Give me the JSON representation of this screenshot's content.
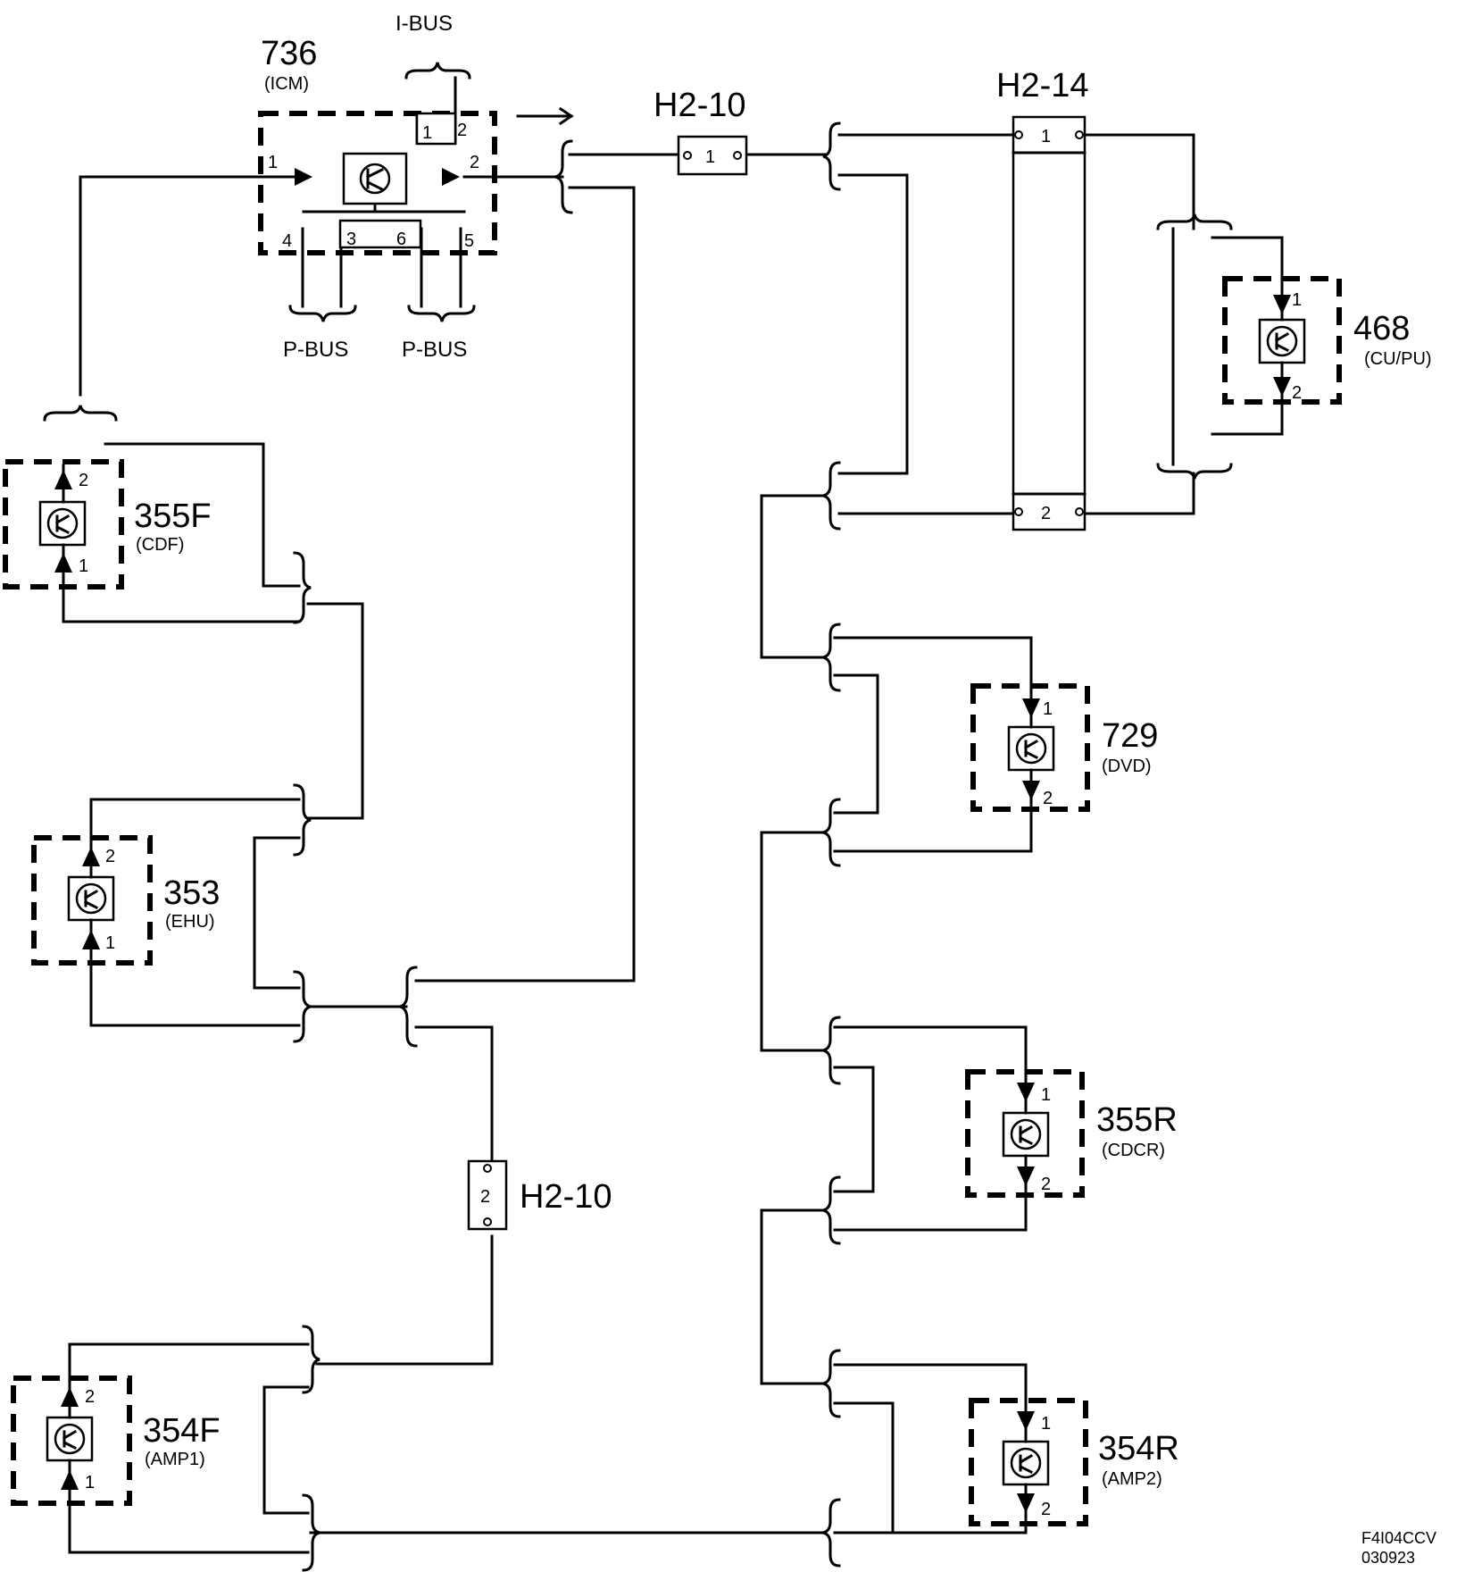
{
  "doc": {
    "ref": "F4I04CCV",
    "date": "030923"
  },
  "buses": {
    "ibus": "I-BUS",
    "pbus_left": "P-BUS",
    "pbus_right": "P-BUS"
  },
  "connectors": {
    "h2_10_top": {
      "label": "H2-10",
      "pin": "1"
    },
    "h2_10_mid": {
      "label": "H2-10",
      "pin": "2"
    },
    "h2_14": {
      "label": "H2-14",
      "pin1": "1",
      "pin2": "2"
    }
  },
  "icm": {
    "number": "736",
    "name": "(ICM)",
    "pins": {
      "p1": "1",
      "p2": "2",
      "p3": "3",
      "p4": "4",
      "p5": "5",
      "p6": "6",
      "ib1": "1",
      "ib2": "2"
    }
  },
  "nodes": {
    "n355f": {
      "number": "355F",
      "name": "(CDF)",
      "pin_top": "2",
      "pin_bottom": "1"
    },
    "n353": {
      "number": "353",
      "name": "(EHU)",
      "pin_top": "2",
      "pin_bottom": "1"
    },
    "n354f": {
      "number": "354F",
      "name": "(AMP1)",
      "pin_top": "2",
      "pin_bottom": "1"
    },
    "n468": {
      "number": "468",
      "name": "(CU/PU)",
      "pin_top": "1",
      "pin_bottom": "2"
    },
    "n729": {
      "number": "729",
      "name": "(DVD)",
      "pin_top": "1",
      "pin_bottom": "2"
    },
    "n355r": {
      "number": "355R",
      "name": "(CDCR)",
      "pin_top": "1",
      "pin_bottom": "2"
    },
    "n354r": {
      "number": "354R",
      "name": "(AMP2)",
      "pin_top": "1",
      "pin_bottom": "2"
    }
  }
}
